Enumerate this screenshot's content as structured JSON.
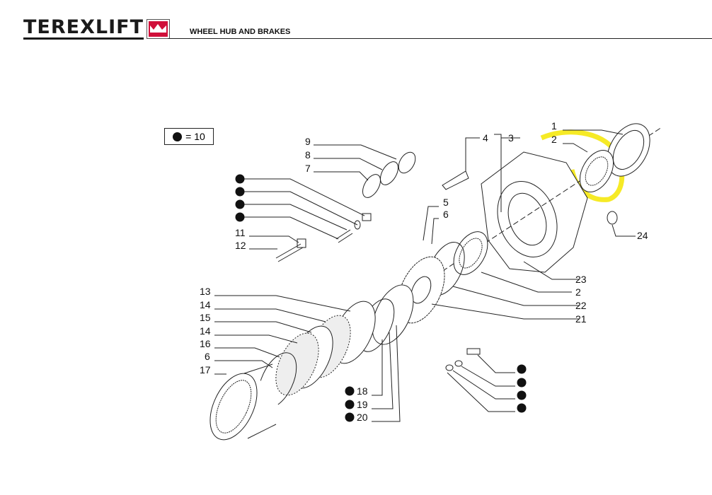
{
  "header": {
    "brand": "TEREXLIFT",
    "title": "WHEEL HUB AND BRAKES"
  },
  "legend": {
    "symbol": "dot",
    "text": "= 10"
  },
  "colors": {
    "highlight": "#f5e600",
    "logo_red": "#d0103a"
  },
  "callouts": [
    {
      "label": "9"
    },
    {
      "label": "8"
    },
    {
      "label": "7"
    },
    {
      "label": "11"
    },
    {
      "label": "12"
    },
    {
      "label": "4"
    },
    {
      "label": "3"
    },
    {
      "label": "5"
    },
    {
      "label": "6"
    },
    {
      "label": "1"
    },
    {
      "label": "2"
    },
    {
      "label": "24"
    },
    {
      "label": "23"
    },
    {
      "label": "2"
    },
    {
      "label": "22"
    },
    {
      "label": "21"
    },
    {
      "label": "13"
    },
    {
      "label": "14"
    },
    {
      "label": "15"
    },
    {
      "label": "14"
    },
    {
      "label": "16"
    },
    {
      "label": "6"
    },
    {
      "label": "17"
    },
    {
      "label": "18"
    },
    {
      "label": "19"
    },
    {
      "label": "20"
    }
  ]
}
